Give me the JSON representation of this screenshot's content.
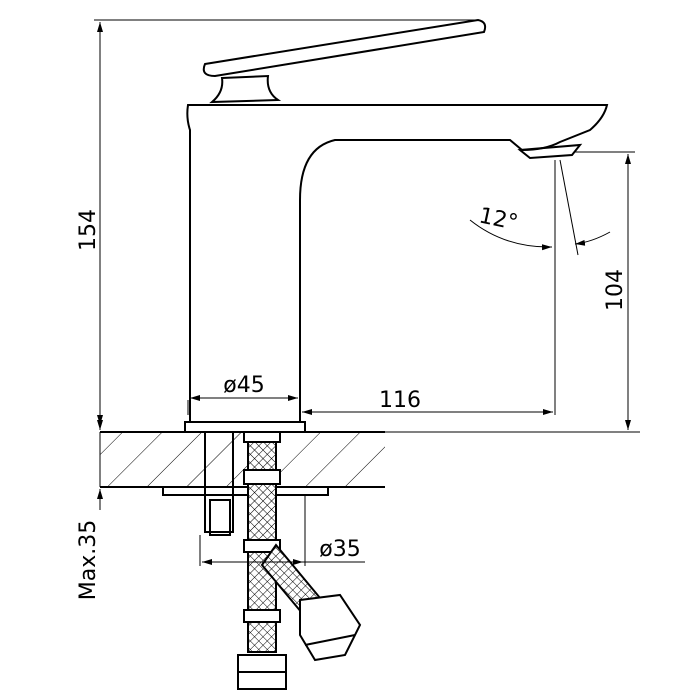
{
  "drawing": {
    "subject": "faucet",
    "dimensions": {
      "total_height": "154",
      "spout_height": "104",
      "spout_angle": "12°",
      "body_diameter": "ø45",
      "spout_reach": "116",
      "hole_diameter": "ø35",
      "max_counter_thickness": "Max.35"
    },
    "line_color": "#000000",
    "background_color": "#ffffff"
  }
}
